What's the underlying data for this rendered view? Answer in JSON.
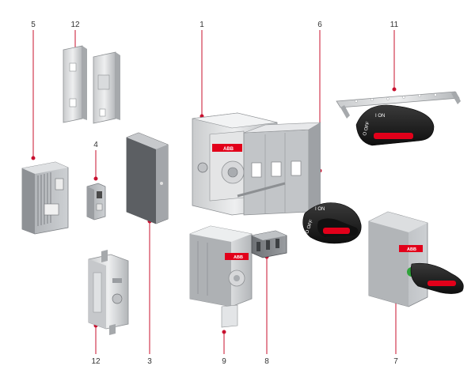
{
  "callouts": [
    {
      "id": "1",
      "label": "1"
    },
    {
      "id": "3",
      "label": "3"
    },
    {
      "id": "4",
      "label": "4"
    },
    {
      "id": "5",
      "label": "5"
    },
    {
      "id": "6",
      "label": "6"
    },
    {
      "id": "7",
      "label": "7"
    },
    {
      "id": "8",
      "label": "8"
    },
    {
      "id": "9",
      "label": "9"
    },
    {
      "id": "11",
      "label": "11"
    },
    {
      "id": "12a",
      "label": "12"
    },
    {
      "id": "12b",
      "label": "12"
    }
  ],
  "brand": {
    "logo_text": "ABB"
  },
  "handle_markings": {
    "on": "I ON",
    "off": "O OFF"
  },
  "colors": {
    "leader_line": "#c8102e",
    "brand_red": "#e2001a",
    "handle_black": "#1b1b1b",
    "housing_grey": "#b9bcc0"
  }
}
